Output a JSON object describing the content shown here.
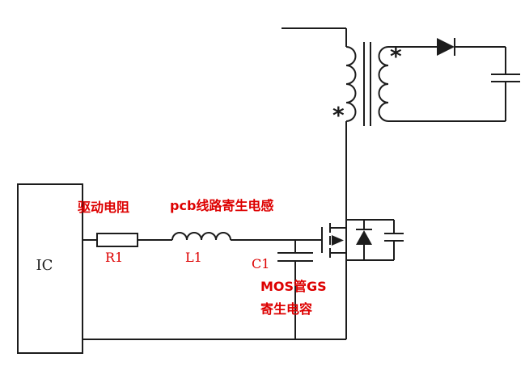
{
  "colors": {
    "line": "#1c1c1c",
    "label_red": "#dd0000",
    "background": "#ffffff"
  },
  "components": {
    "ic": {
      "label": "IC"
    },
    "resistor": {
      "ref": "R1",
      "annotation": "驱动电阻"
    },
    "inductor": {
      "ref": "L1",
      "annotation": "pcb线路寄生电感"
    },
    "capacitor": {
      "ref": "C1",
      "annotation_line1": "MOS管GS",
      "annotation_line2": "寄生电容"
    },
    "transformer": {
      "primary_dot": "*",
      "secondary_dot": "*"
    }
  }
}
